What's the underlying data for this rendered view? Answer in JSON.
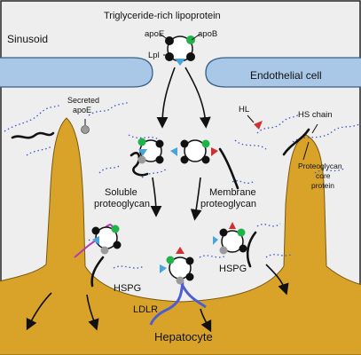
{
  "labels": {
    "sinusoid": "Sinusoid",
    "trl": "Triglyceride-rich lipoprotein",
    "apoE": "apoE",
    "apoB": "apoB",
    "lpl": "Lpl",
    "endothelial": "Endothelial cell",
    "secreted1": "Secreted",
    "secreted2": "apoE",
    "hl": "HL",
    "hschain": "HS chain",
    "pcore1": "Proteoglycan",
    "pcore2": "core",
    "pcore3": "protein",
    "soluble1": "Soluble",
    "soluble2": "proteoglycan",
    "membrane1": "Membrane",
    "membrane2": "proteoglycan",
    "hspg_left": "HSPG",
    "hspg_right": "HSPG",
    "ldlr": "LDLR",
    "hepatocyte": "Hepatocyte"
  },
  "colors": {
    "frame": "#eeeeee",
    "endothelial_fill": "#a9c8e8",
    "endothelial_stroke": "#3a5f86",
    "hepatocyte_fill": "#d9a32a",
    "apoE": "#22b24c",
    "apoB": "#111111",
    "lpl": "#4aa3d9",
    "hl": "#d03030",
    "secreted_apoE": "#9a9a9a",
    "hs_chain": "#3a56c8",
    "ldlr": "#4d5fd0",
    "purple_strand": "#b23bb0"
  }
}
